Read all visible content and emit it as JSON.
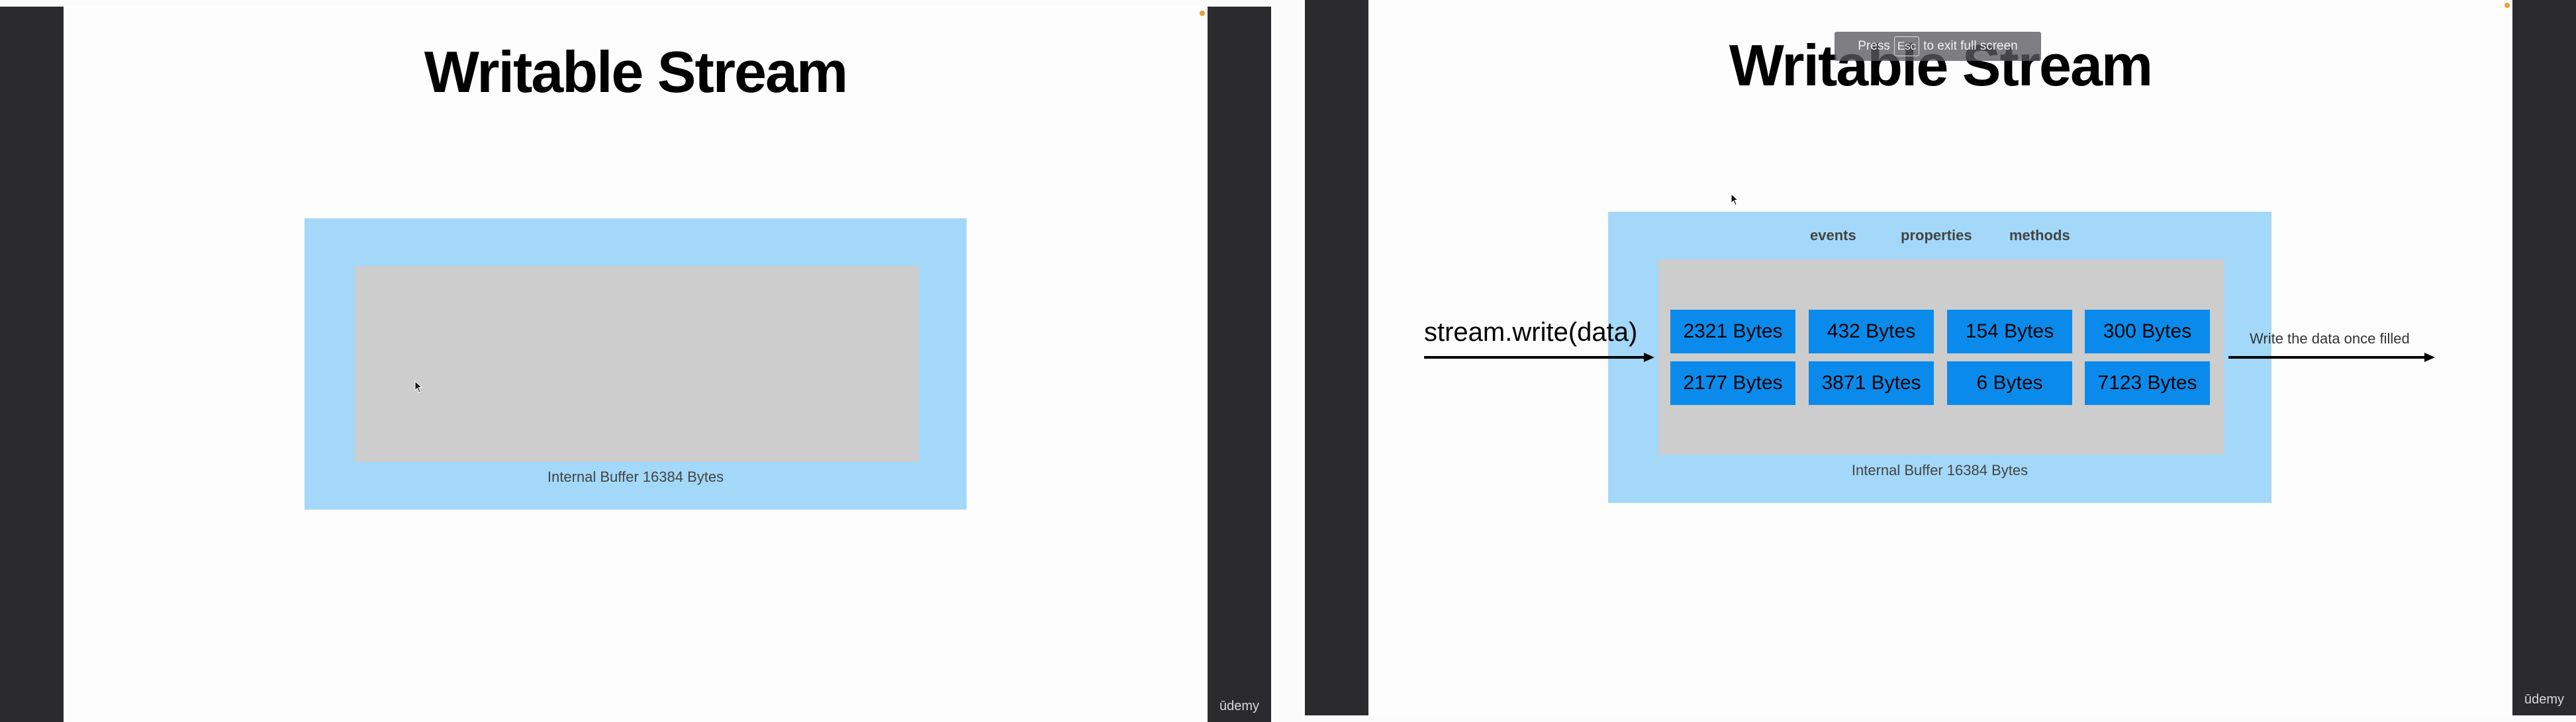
{
  "left_panel": {
    "title": "Writable Stream",
    "buffer_label": "Internal Buffer 16384 Bytes",
    "watermark": "ūdemy"
  },
  "right_panel": {
    "title": "Writable Stream",
    "tabs": [
      "events",
      "properties",
      "methods"
    ],
    "chunks": [
      [
        "2321 Bytes",
        "432 Bytes",
        "154 Bytes",
        "300 Bytes"
      ],
      [
        "2177 Bytes",
        "3871 Bytes",
        "6 Bytes",
        "7123 Bytes"
      ]
    ],
    "input_label": "stream.write(data)",
    "output_label": "Write the data once filled",
    "buffer_label": "Internal Buffer 16384 Bytes",
    "watermark": "ūdemy"
  },
  "fullscreen_toast": {
    "prefix": "Press",
    "key": "Esc",
    "suffix": "to exit full screen"
  },
  "colors": {
    "sidebar": "#2b2b2e",
    "buffer_outer": "#a3d8f8",
    "buffer_inner": "#cdcdcd",
    "chunk": "#0a8bec",
    "recording_dot": "#f0a030"
  }
}
